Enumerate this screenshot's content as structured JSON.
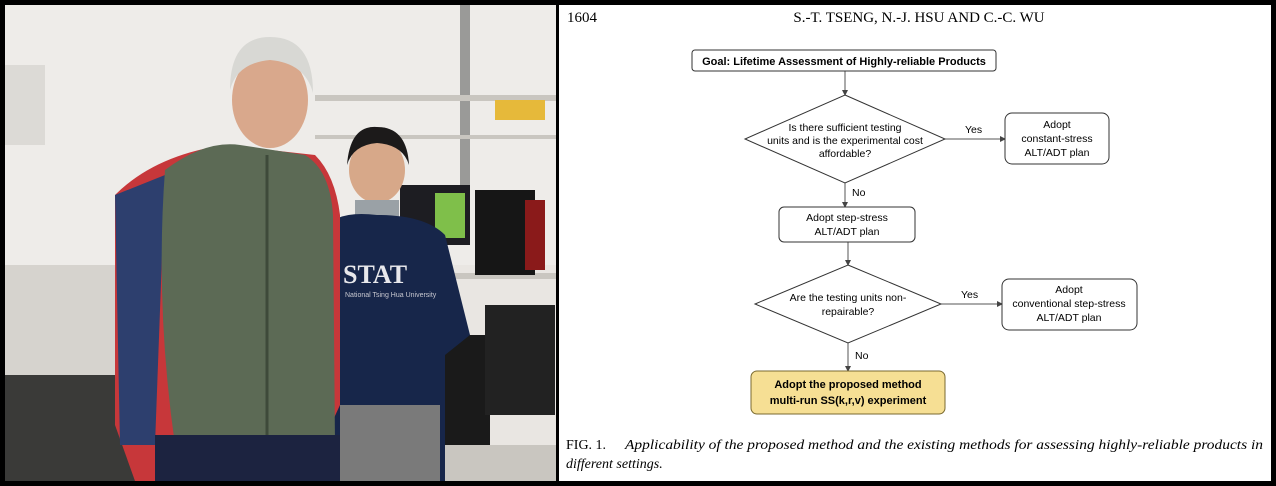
{
  "photo": {
    "shirt_text": "STAT",
    "shirt_subtext": "National Tsing Hua University"
  },
  "paper": {
    "page_number": "1604",
    "running_head": "S.-T. TSENG, N.-J. HSU AND C.-C. WU",
    "flowchart": {
      "goal": "Goal: Lifetime Assessment of Highly-reliable Products",
      "decision1": [
        "Is there sufficient testing",
        "units and is the experimental cost",
        "affordable?"
      ],
      "yes1": "Yes",
      "result1": [
        "Adopt",
        "constant-stress",
        "ALT/ADT plan"
      ],
      "no1": "No",
      "step": [
        "Adopt step-stress",
        "ALT/ADT plan"
      ],
      "decision2": [
        "Are the testing units non-",
        "repairable?"
      ],
      "yes2": "Yes",
      "result2": [
        "Adopt",
        "conventional step-stress",
        "ALT/ADT plan"
      ],
      "no2": "No",
      "final": [
        "Adopt the proposed method",
        "multi-run SS(k,r,v) experiment"
      ]
    },
    "caption": {
      "label": "FIG. 1.",
      "line1": "Applicability of the proposed method and the existing methods for assessing highly-reliable products in",
      "line2": "different settings."
    },
    "colors": {
      "final_fill": "#f6df94",
      "final_stroke": "#7a6a30"
    }
  }
}
